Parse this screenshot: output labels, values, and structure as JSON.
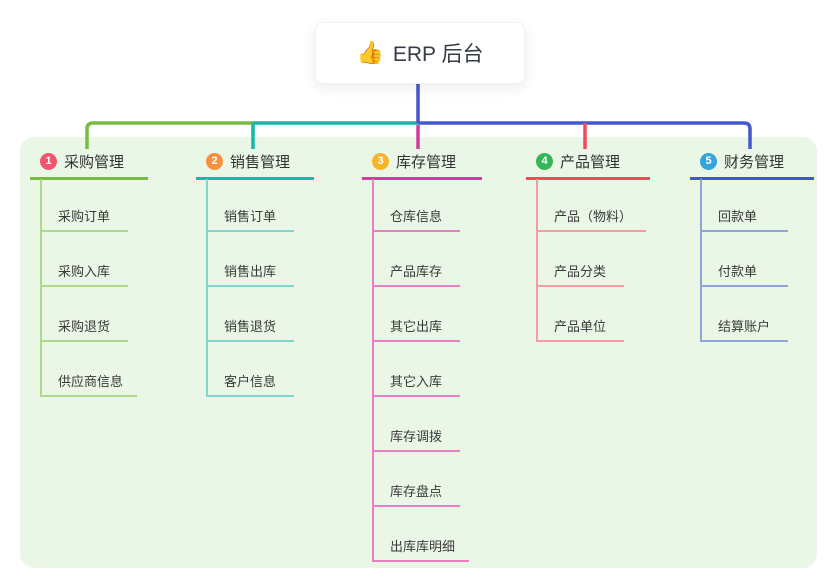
{
  "root": {
    "icon": "👍",
    "title": "ERP 后台"
  },
  "branches": [
    {
      "badge": "1",
      "title": "采购管理",
      "badge_color": "#F1556D",
      "line_color": "#77BC41",
      "child_line_color": "#AFD98A",
      "children": [
        "采购订单",
        "采购入库",
        "采购退货",
        "供应商信息"
      ]
    },
    {
      "badge": "2",
      "title": "销售管理",
      "badge_color": "#F6923E",
      "line_color": "#14B8A6",
      "child_line_color": "#7FD9CB",
      "children": [
        "销售订单",
        "销售出库",
        "销售退货",
        "客户信息"
      ]
    },
    {
      "badge": "3",
      "title": "库存管理",
      "badge_color": "#F7B32B",
      "line_color": "#D23C9F",
      "child_line_color": "#EA7FC4",
      "children": [
        "仓库信息",
        "产品库存",
        "其它出库",
        "其它入库",
        "库存调拨",
        "库存盘点",
        "出库库明细"
      ]
    },
    {
      "badge": "4",
      "title": "产品管理",
      "badge_color": "#34B857",
      "line_color": "#F4485C",
      "child_line_color": "#F79AA4",
      "children": [
        "产品（物料）",
        "产品分类",
        "产品单位"
      ]
    },
    {
      "badge": "5",
      "title": "财务管理",
      "badge_color": "#34A5DC",
      "line_color": "#4557CF",
      "child_line_color": "#91A3DE",
      "children": [
        "回款单",
        "付款单",
        "结算账户"
      ]
    }
  ],
  "colors": {
    "panel_bg": "#EAF6E6",
    "root_connector": "#4557CF",
    "bus_green": "#77BC41",
    "bus_teal": "#14B8A6",
    "bus_blue": "#4557CF",
    "drop_magenta": "#D23C9F",
    "drop_red": "#F4485C"
  }
}
